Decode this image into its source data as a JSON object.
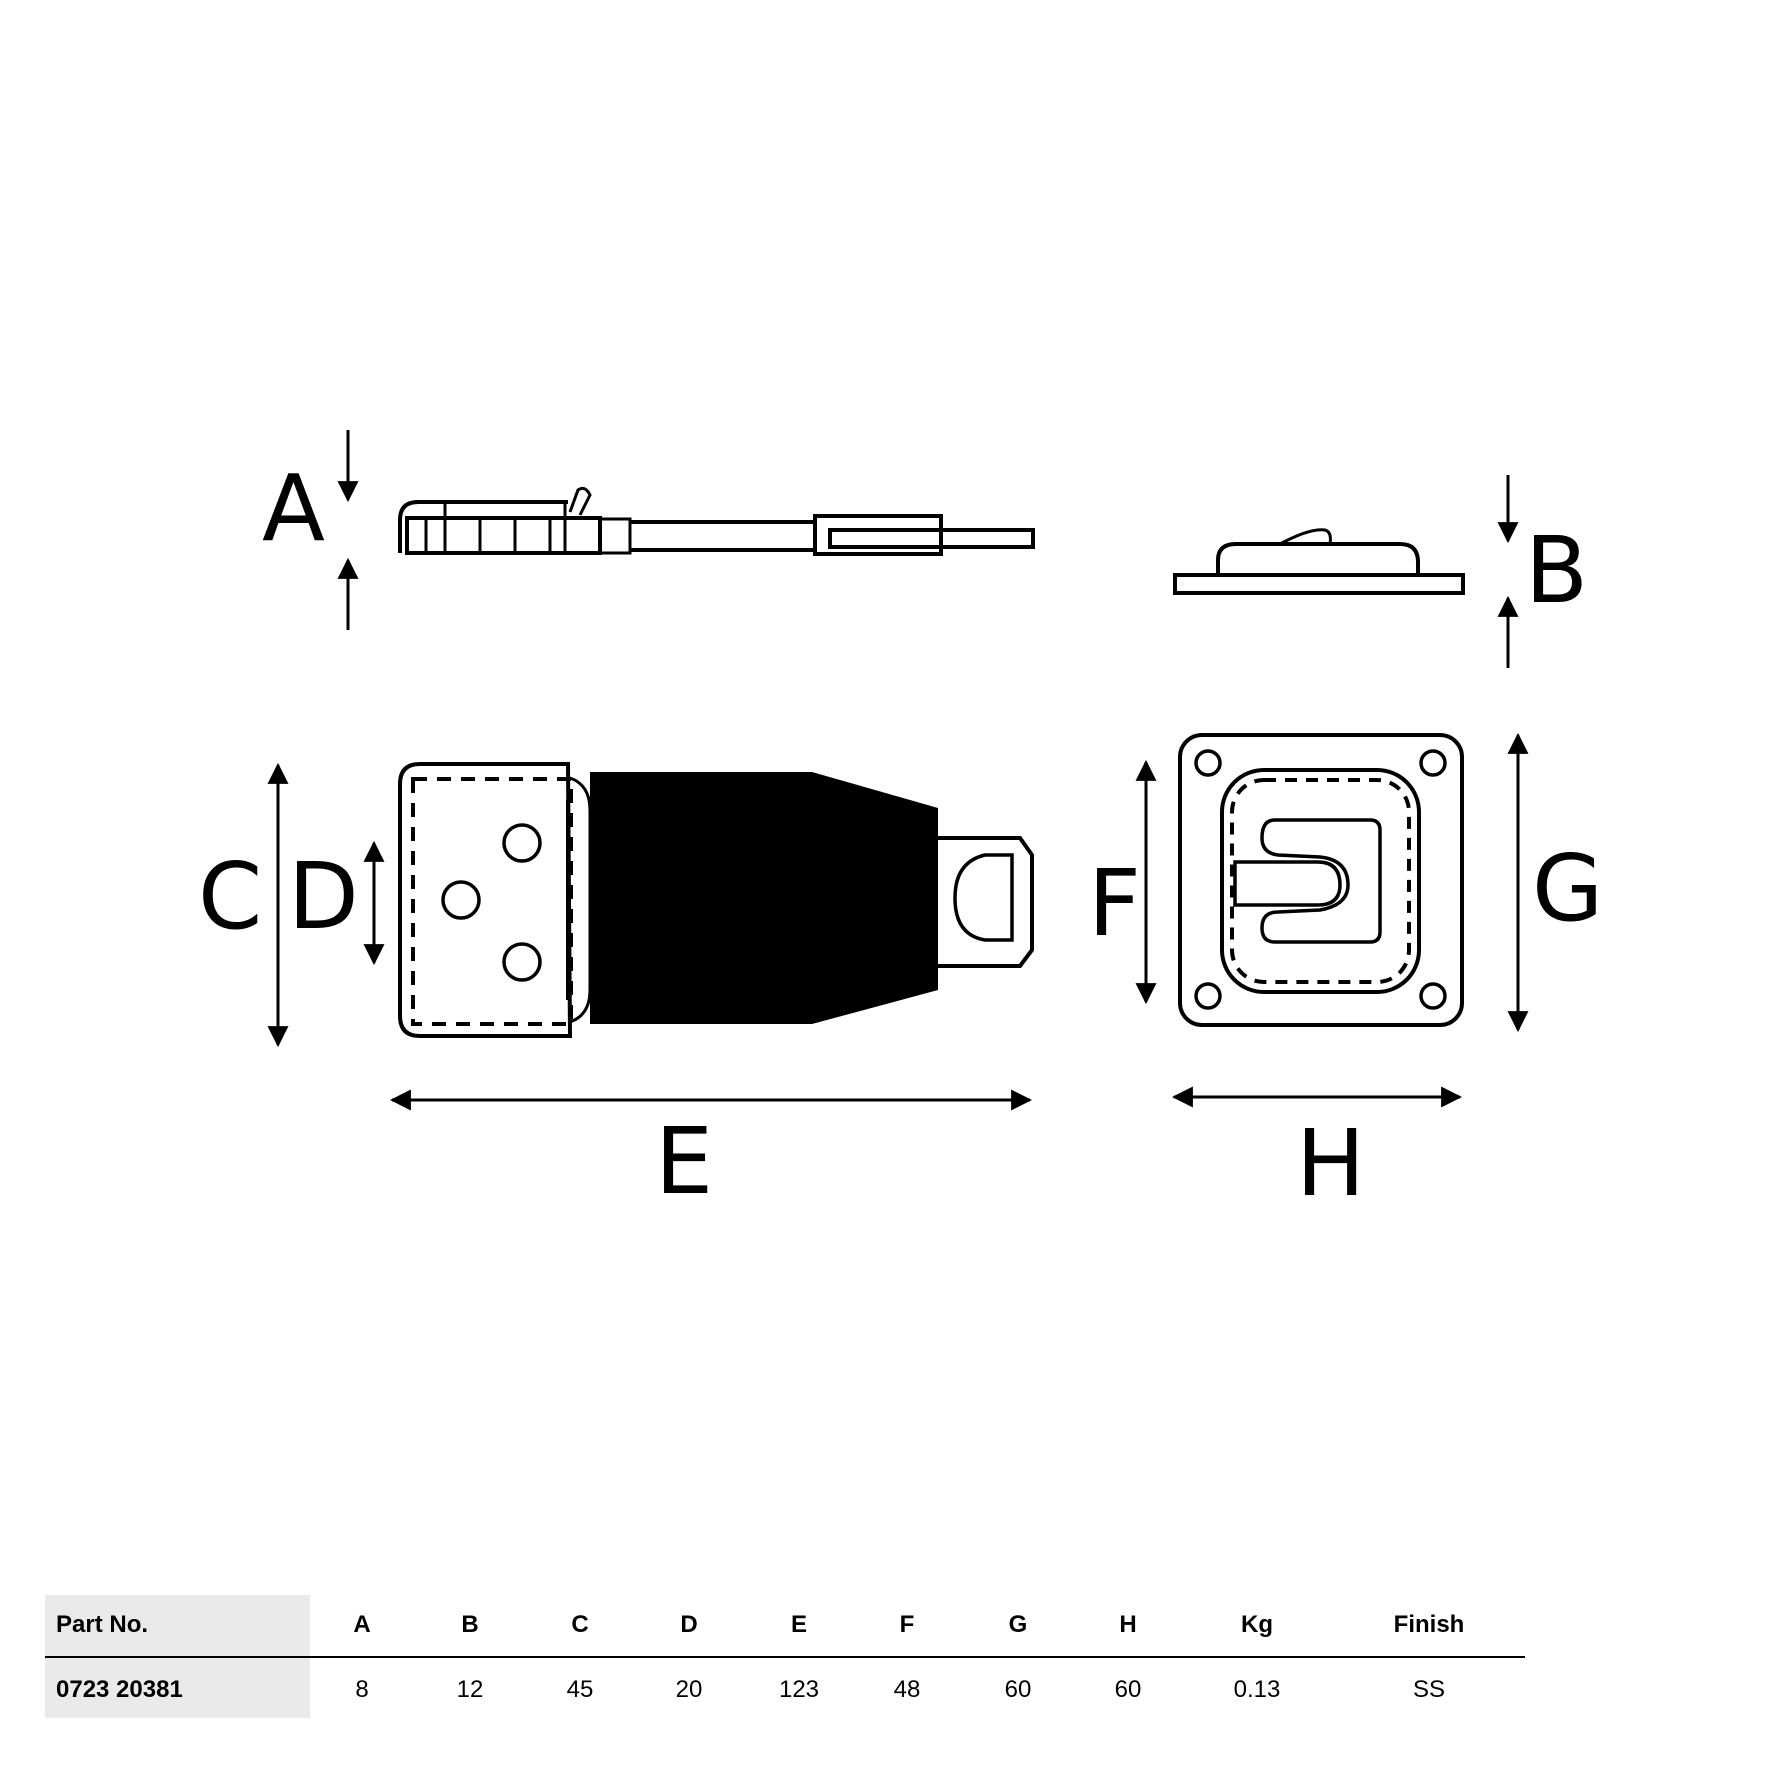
{
  "drawing": {
    "dimension_labels": {
      "A": "A",
      "B": "B",
      "C": "C",
      "D": "D",
      "E": "E",
      "F": "F",
      "G": "G",
      "H": "H"
    },
    "views": [
      "side-view-hasp",
      "side-view-staple",
      "top-view-hasp",
      "top-view-staple-plate"
    ],
    "colors": {
      "line": "#000000",
      "fill_dark": "#000000",
      "background": "#ffffff",
      "table_part_bg": "#e9eaec"
    }
  },
  "table": {
    "headers": {
      "part_no": "Part No.",
      "A": "A",
      "B": "B",
      "C": "C",
      "D": "D",
      "E": "E",
      "F": "F",
      "G": "G",
      "H": "H",
      "Kg": "Kg",
      "Finish": "Finish"
    },
    "rows": [
      {
        "part_no": "0723 20381",
        "A": "8",
        "B": "12",
        "C": "45",
        "D": "20",
        "E": "123",
        "F": "48",
        "G": "60",
        "H": "60",
        "Kg": "0.13",
        "Finish": "SS"
      }
    ]
  }
}
